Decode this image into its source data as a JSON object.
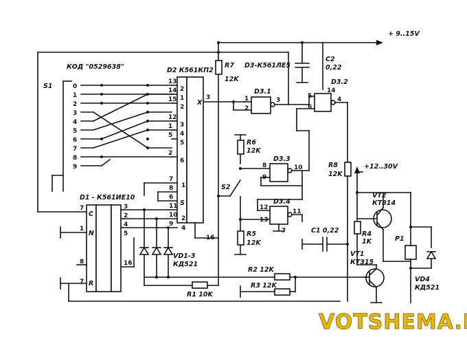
{
  "labels": {
    "code": "КОД \"0529638\"",
    "s1": "S1",
    "d2": "D2 К561КП2",
    "d3": "D3-К561ЛЕ5",
    "d1": "D1 - К561ИЕ10",
    "r7_name": "R7",
    "r7_val": "12K",
    "r6_name": "R6",
    "r6_val": "12K",
    "r5_name": "R5",
    "r5_val": "12K",
    "r8_name": "R8",
    "r8_val": "12K",
    "r4_name": "R4",
    "r4_val": "1K",
    "r1": "R1 10K",
    "r2": "R2 12K",
    "r3": "R3 12K",
    "c1": "C1 0,22",
    "c2_name": "C2",
    "c2_val": "0,22",
    "supply1": "+ 9..15V",
    "supply2": "+12..30V",
    "vt2_name": "VT2",
    "vt2_val": "КТ814",
    "vt1_name": "VT1",
    "vt1_val": "КТ315",
    "vd13_name": "VD1-3",
    "vd13_val": "КД521",
    "vd4_name": "VD4",
    "vd4_val": "КД521",
    "p1": "P1",
    "s2": "S2",
    "d31": "D3.1",
    "d32": "D3.2",
    "d33": "D3.3",
    "d34": "D3.4",
    "watermark": "VOTSHEMA.RU"
  },
  "switch_positions": [
    "0",
    "1",
    "2",
    "3",
    "4",
    "5",
    "6",
    "7",
    "8",
    "9"
  ],
  "d2_pins_left": [
    "13",
    "14",
    "15",
    "12",
    "1",
    "5",
    "2"
  ],
  "d2_sel_left": [
    "2",
    "1",
    "2",
    "3",
    "4",
    "5",
    "6"
  ],
  "d2_pins_mid": [
    "7",
    "8",
    "6",
    "11",
    "10",
    "9"
  ],
  "d2_pin_labels": [
    "X",
    "S",
    "1",
    "2",
    "4",
    "16",
    "3"
  ],
  "d1_pins": [
    "7",
    "1",
    "8",
    "7",
    "3",
    "2",
    "4",
    "5",
    "16"
  ],
  "d1_labels": [
    "C",
    "N",
    "R"
  ],
  "gate_pins": [
    "1",
    "2",
    "3",
    "5",
    "6",
    "4",
    "14",
    "8",
    "9",
    "10",
    "12",
    "13",
    "11",
    "7"
  ]
}
